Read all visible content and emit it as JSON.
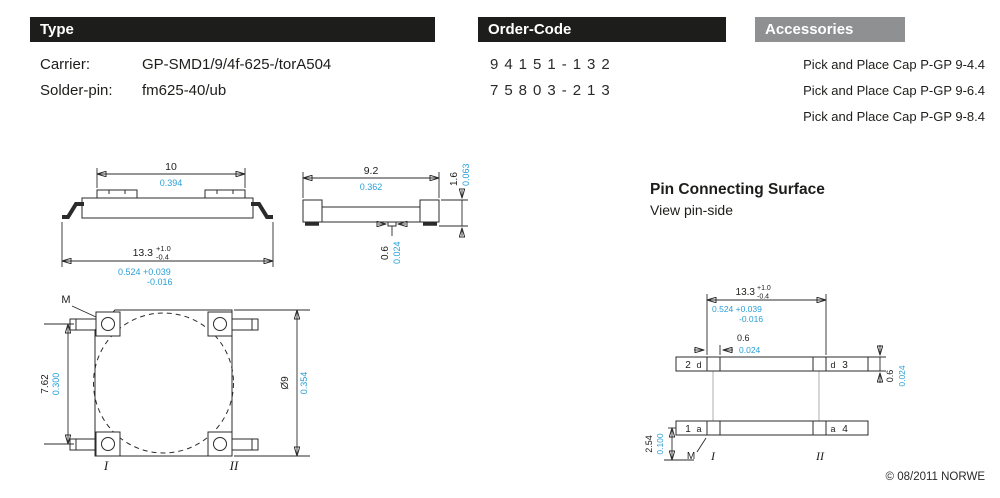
{
  "header": {
    "type_label": "Type",
    "order_code_label": "Order-Code",
    "accessories_label": "Accessories"
  },
  "type": {
    "rows": [
      {
        "label": "Carrier:",
        "value": "GP-SMD1/9/4f-625-/torA504"
      },
      {
        "label": "Solder-pin:",
        "value": "fm625-40/ub"
      }
    ]
  },
  "order_codes": [
    "94151-132",
    "75803-213"
  ],
  "accessories": [
    "Pick and Place Cap P-GP 9-4.4",
    "Pick and Place Cap P-GP 9-6.4",
    "Pick and Place Cap P-GP 9-8.4"
  ],
  "pin_section": {
    "title": "Pin Connecting Surface",
    "subtitle": "View pin-side"
  },
  "dims": {
    "side": {
      "w_mm": "10",
      "w_in": "0.394",
      "t_mm": "13.3",
      "t_tp": "+1.0",
      "t_tm": "-0.4",
      "t_in1": "0.524 +0.039",
      "t_in2": "-0.016"
    },
    "front": {
      "w_mm": "9.2",
      "w_in": "0.362",
      "h_mm": "1.6",
      "h_in": "0.063",
      "p_mm": "0.6",
      "p_in": "0.024"
    },
    "top": {
      "pitch_mm": "7.62",
      "pitch_in": "0.300",
      "dia_mm": "Ø9",
      "dia_in": "0.354",
      "datum": "M",
      "col1": "I",
      "col2": "II"
    },
    "pin": {
      "t_mm": "13.3",
      "t_tp": "+1.0",
      "t_tm": "-0.4",
      "t_in1": "0.524 +0.039",
      "t_in2": "-0.016",
      "pw_mm": "0.6",
      "pw_in": "0.024",
      "ph_mm": "0.6",
      "ph_in": "0.024",
      "pitch_mm": "2.54",
      "pitch_in": "0.100",
      "pin1": "1",
      "pin2": "2",
      "pin3": "3",
      "pin4": "4",
      "d": "d",
      "a": "a",
      "datum": "M",
      "col1": "I",
      "col2": "II"
    }
  },
  "footer": {
    "copyright": "© 08/2011 NORWE"
  },
  "colors": {
    "accent_blue": "#2a9fd6",
    "header_black": "#1d1d1b",
    "header_gray": "#8f9092"
  }
}
